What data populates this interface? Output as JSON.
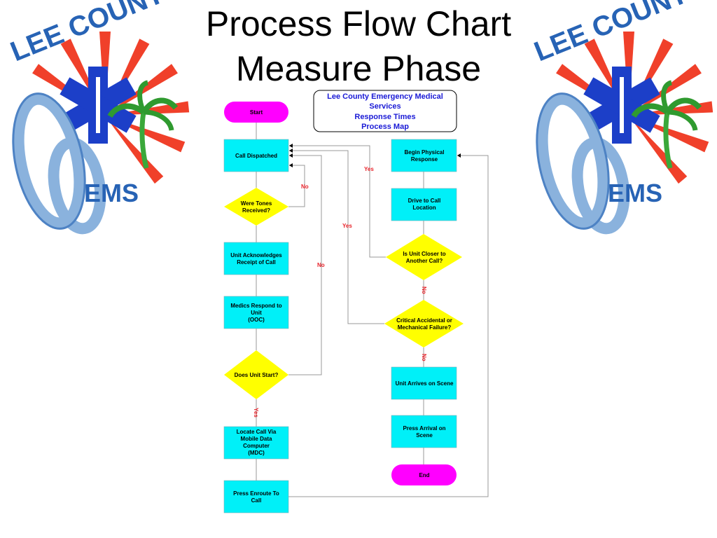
{
  "slide": {
    "title_line1": "Process Flow Chart",
    "title_line2": "Measure Phase"
  },
  "logo": {
    "arc_text": "LEE COUNTY",
    "ems_text": "EMS"
  },
  "colors": {
    "process_fill": "#00f0f8",
    "decision_fill": "#ffff00",
    "terminator_fill": "#ff00ff",
    "edge_label": "#e8232a",
    "map_title": "#1a1ad6",
    "connector": "#999999"
  },
  "map_title": {
    "line1": "Lee County Emergency Medical",
    "line2": "Services",
    "line3": "Response Times",
    "line4": "Process Map"
  },
  "nodes": {
    "start": "Start",
    "call_dispatched": "Call Dispatched",
    "tones_l1": "Were Tones",
    "tones_l2": "Received?",
    "ack_l1": "Unit Acknowledges",
    "ack_l2": "Receipt of Call",
    "medics_l1": "Medics Respond to",
    "medics_l2": "Unit",
    "medics_l3": "(OOC)",
    "unit_start": "Does Unit Start?",
    "locate_l1": "Locate Call Via",
    "locate_l2": "Mobile Data",
    "locate_l3": "Computer",
    "locate_l4": "(MDC)",
    "enroute_l1": "Press Enroute To",
    "enroute_l2": "Call",
    "begin_l1": "Begin Physical",
    "begin_l2": "Response",
    "drive_l1": "Drive to Call",
    "drive_l2": "Location",
    "closer_l1": "Is Unit Closer to",
    "closer_l2": "Another Call?",
    "critical_l1": "Critical Accidental or",
    "critical_l2": "Mechanical Failure?",
    "arrives": "Unit Arrives on Scene",
    "press_arrival_l1": "Press Arrival on",
    "press_arrival_l2": "Scene",
    "end": "End"
  },
  "edge_labels": {
    "tones_no": "No",
    "unit_start_no": "No",
    "unit_start_yes": "Yes",
    "closer_yes": "Yes",
    "closer_no": "No",
    "critical_yes": "Yes",
    "critical_no": "No"
  }
}
